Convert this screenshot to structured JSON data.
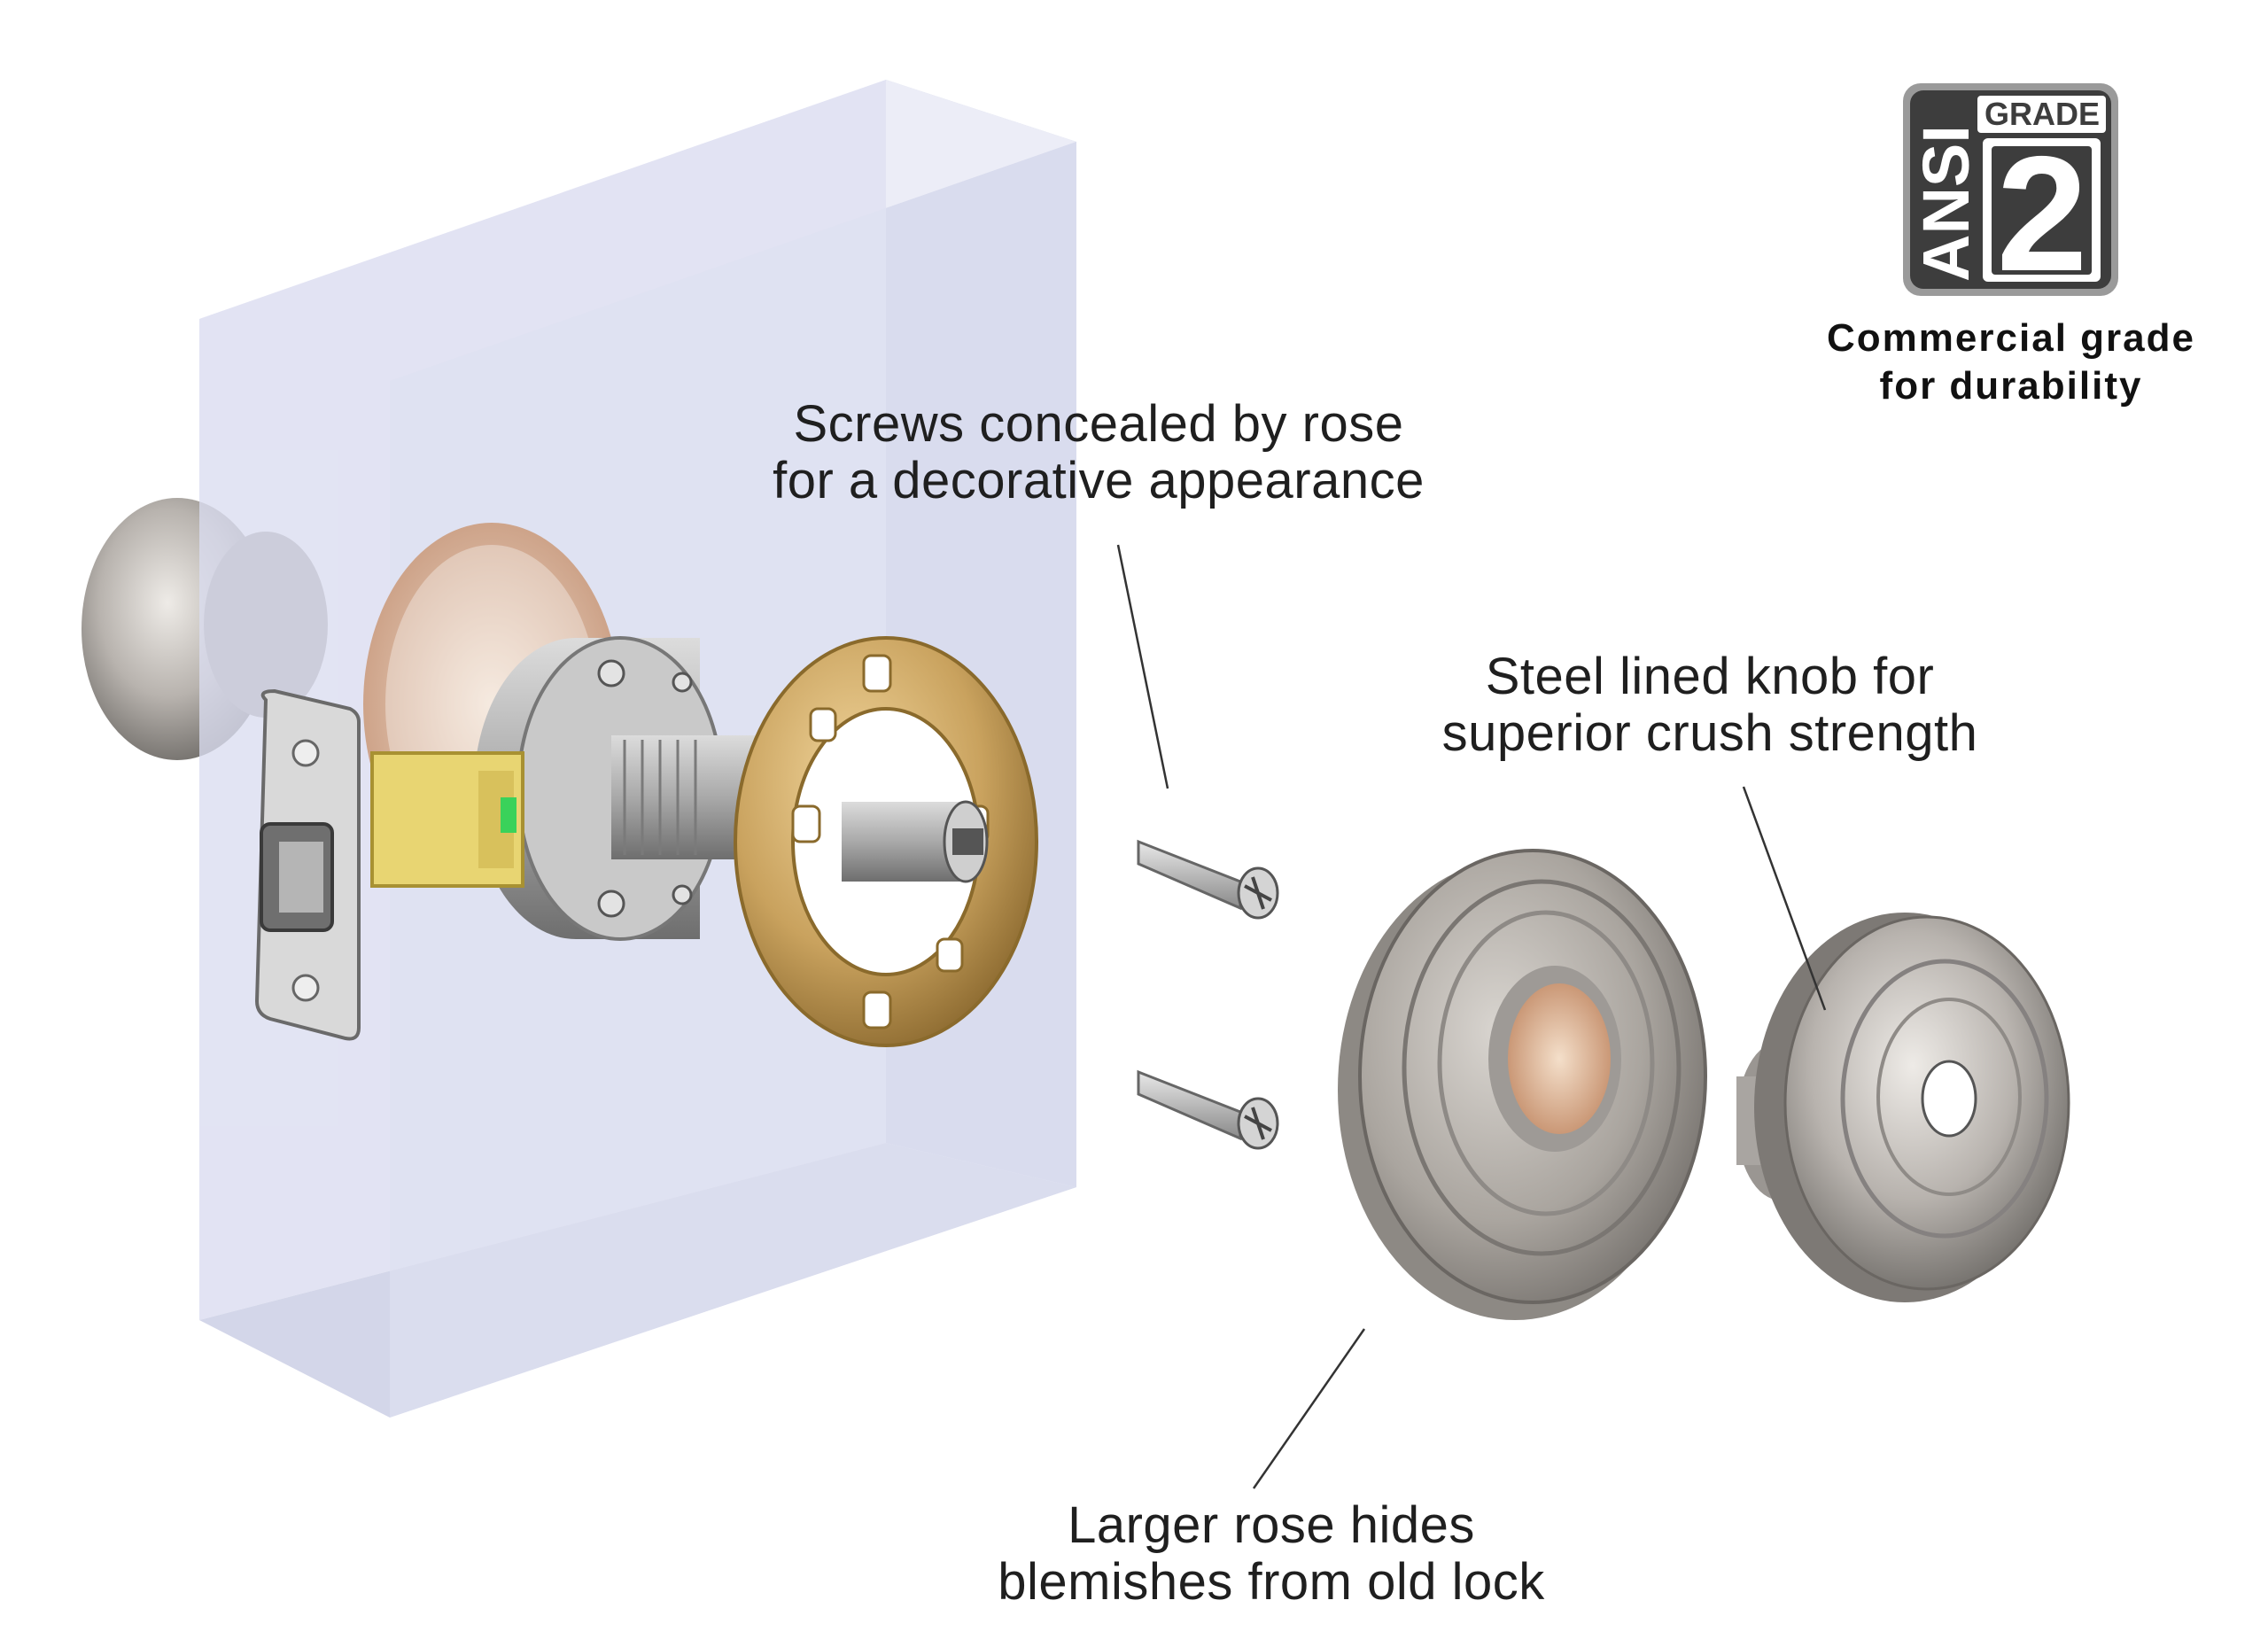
{
  "badge": {
    "vertical_text": "ANSI",
    "grade_label": "GRADE",
    "grade_number": "2",
    "caption_line1": "Commercial grade",
    "caption_line2": "for durability",
    "background_color": "#3d3d3d",
    "border_color": "#9a9a9a"
  },
  "callouts": {
    "screws": {
      "line1": "Screws concealed by rose",
      "line2": "for a decorative appearance"
    },
    "knob": {
      "line1": "Steel lined knob for",
      "line2": "superior crush strength"
    },
    "rose": {
      "line1": "Larger rose hides",
      "line2": "blemishes from old lock"
    }
  },
  "colors": {
    "door_block": "#dde0f0",
    "brass": "#c9a25e",
    "satin_nickel": "#b7b2ad",
    "latch_yellow": "#e8d572",
    "leader_line": "#333333"
  }
}
